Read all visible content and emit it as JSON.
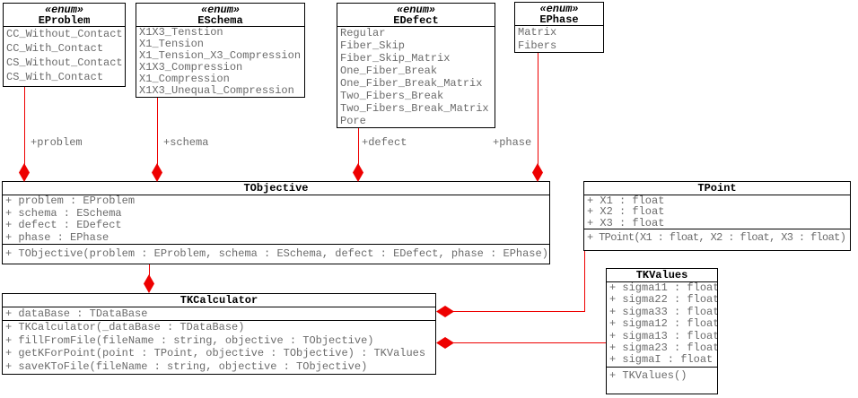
{
  "diagram": {
    "type": "uml-class-diagram",
    "colors": {
      "relation": "#ee0000",
      "box_border": "#000000",
      "title_text": "#000000",
      "member_text": "#6b6b6b",
      "background": "#ffffff"
    },
    "enums": [
      {
        "stereotype": "«enum»",
        "name": "EProblem",
        "items": [
          "CC_Without_Contact",
          "CC_With_Contact",
          "CS_Without_Contact",
          "CS_With_Contact"
        ]
      },
      {
        "stereotype": "«enum»",
        "name": "ESchema",
        "items": [
          "X1X3_Tenstion",
          "X1_Tension",
          "X1_Tension_X3_Compression",
          "X1X3_Compression",
          "X1_Compression",
          "X1X3_Unequal_Compression"
        ]
      },
      {
        "stereotype": "«enum»",
        "name": "EDefect",
        "items": [
          "Regular",
          "Fiber_Skip",
          "Fiber_Skip_Matrix",
          "One_Fiber_Break",
          "One_Fiber_Break_Matrix",
          "Two_Fibers_Break",
          "Two_Fibers_Break_Matrix",
          "Pore"
        ]
      },
      {
        "stereotype": "«enum»",
        "name": "EPhase",
        "items": [
          "Matrix",
          "Fibers"
        ]
      }
    ],
    "classes": [
      {
        "name": "TObjective",
        "attributes": [
          "+ problem : EProblem",
          "+ schema : ESchema",
          "+ defect : EDefect",
          "+ phase : EPhase"
        ],
        "methods": [
          "+ TObjective(problem : EProblem, schema : ESchema, defect : EDefect, phase : EPhase)"
        ]
      },
      {
        "name": "TKCalculator",
        "attributes": [
          "+ dataBase : TDataBase"
        ],
        "methods": [
          "+ TKCalculator(_dataBase : TDataBase)",
          "+ fillFromFile(fileName : string, objective : TObjective)",
          "+ getKForPoint(point : TPoint, objective : TObjective) : TKValues",
          "+ saveKToFile(fileName : string, objective : TObjective)"
        ]
      },
      {
        "name": "TPoint",
        "attributes": [
          "+ X1 : float",
          "+ X2 : float",
          "+ X3 : float"
        ],
        "methods": [
          "+ TPoint(X1 : float, X2 : float, X3 : float)"
        ]
      },
      {
        "name": "TKValues",
        "attributes": [
          "+ sigma11 : float",
          "+ sigma22 : float",
          "+ sigma33 : float",
          "+ sigma12 : float",
          "+ sigma13 : float",
          "+ sigma23 : float",
          "+ sigmaI : float"
        ],
        "methods": [
          "+ TKValues()"
        ]
      }
    ],
    "relations": [
      {
        "label": "+problem",
        "from": "EProblem",
        "to": "TObjective",
        "kind": "composition"
      },
      {
        "label": "+schema",
        "from": "ESchema",
        "to": "TObjective",
        "kind": "composition"
      },
      {
        "label": "+defect",
        "from": "EDefect",
        "to": "TObjective",
        "kind": "composition"
      },
      {
        "label": "+phase",
        "from": "EPhase",
        "to": "TObjective",
        "kind": "composition"
      },
      {
        "label": "",
        "from": "TObjective",
        "to": "TKCalculator",
        "kind": "composition"
      },
      {
        "label": "",
        "from": "TPoint",
        "to": "TKCalculator",
        "kind": "composition"
      },
      {
        "label": "",
        "from": "TKValues",
        "to": "TKCalculator",
        "kind": "composition"
      }
    ]
  }
}
